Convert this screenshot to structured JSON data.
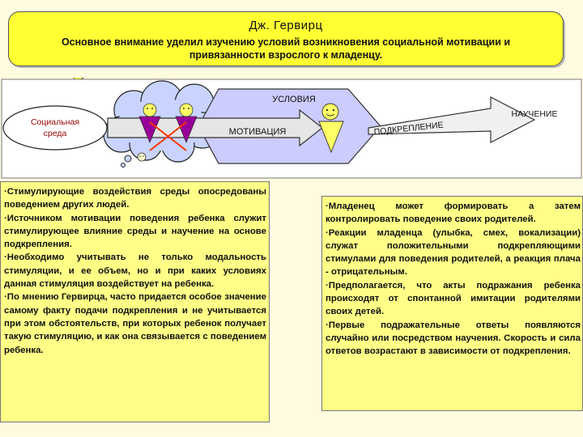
{
  "header": {
    "title": "Дж. Гервирц",
    "subtitle": "Основное внимание уделил изучению условий возникновения социальной мотивации и привязанности взрослого к младенцу."
  },
  "diagram": {
    "social_env": "Социальная среда",
    "conditions": "УСЛОВИЯ",
    "motivation": "МОТИВАЦИЯ",
    "reinforcement": "ПОДКРЕПЛЕНИЕ",
    "learning": "НАУЧЕНИЕ"
  },
  "left_box": {
    "items": [
      "·Стимулирующие воздействия среды опосредованы поведением других людей.",
      "·Источником мотивации поведения ребенка служит стимулирующее влияние среды и научение на основе подкрепления.",
      "·Необходимо учитывать не только модальность стимуляции, и ее объем, но и при каких условиях данная стимуляция воздействует на ребенка.",
      "·По мнению Гервирца, часто придается особое значение самому факту подачи подкрепления и не учитывается при этом обстоятельств, при которых ребенок получает такую стимуляцию, и как она связывается с поведением ребенка."
    ]
  },
  "right_box": {
    "items": [
      "·Младенец может формировать а затем контролировать поведение своих родителей.",
      "·Реакции младенца (улыбка, смех, вокализации) служат положительными подкрепляющими стимулами для поведения родителей, а реакция плача - отрицательным.",
      "·Предполагается, что акты подражания ребенка происходят от спонтанной имитации родителями своих детей.",
      "·Первые подражательные ответы появляются случайно или посредством научения. Скорость и сила ответов возрастают в зависимости от подкрепления."
    ]
  },
  "colors": {
    "bubble": "#ffff33",
    "box": "#ffff88",
    "diagram_bg": "#ffffff",
    "arrow": "#e6e6e6",
    "conditions_fill": "#ccccff",
    "person": "#990099",
    "face": "#ffff66",
    "x_lines": "#ff3300"
  }
}
